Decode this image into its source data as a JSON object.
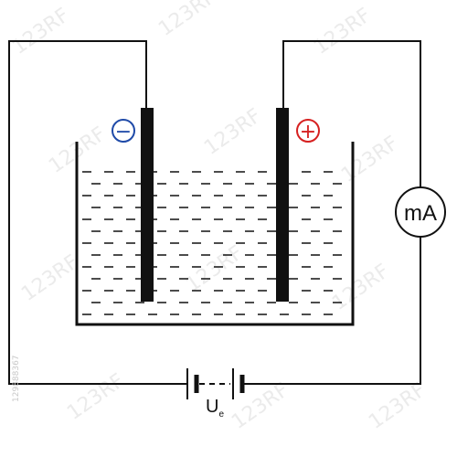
{
  "diagram": {
    "negative_symbol": "−",
    "positive_symbol": "+",
    "meter_label": "mA",
    "voltage_main": "U",
    "voltage_sub": "e",
    "watermark_text": "123RF",
    "stock_id": "129888367"
  },
  "colors": {
    "negative": "#1f4aa8",
    "positive": "#d62020",
    "line": "#111111",
    "watermark": "#dcdcdc"
  }
}
